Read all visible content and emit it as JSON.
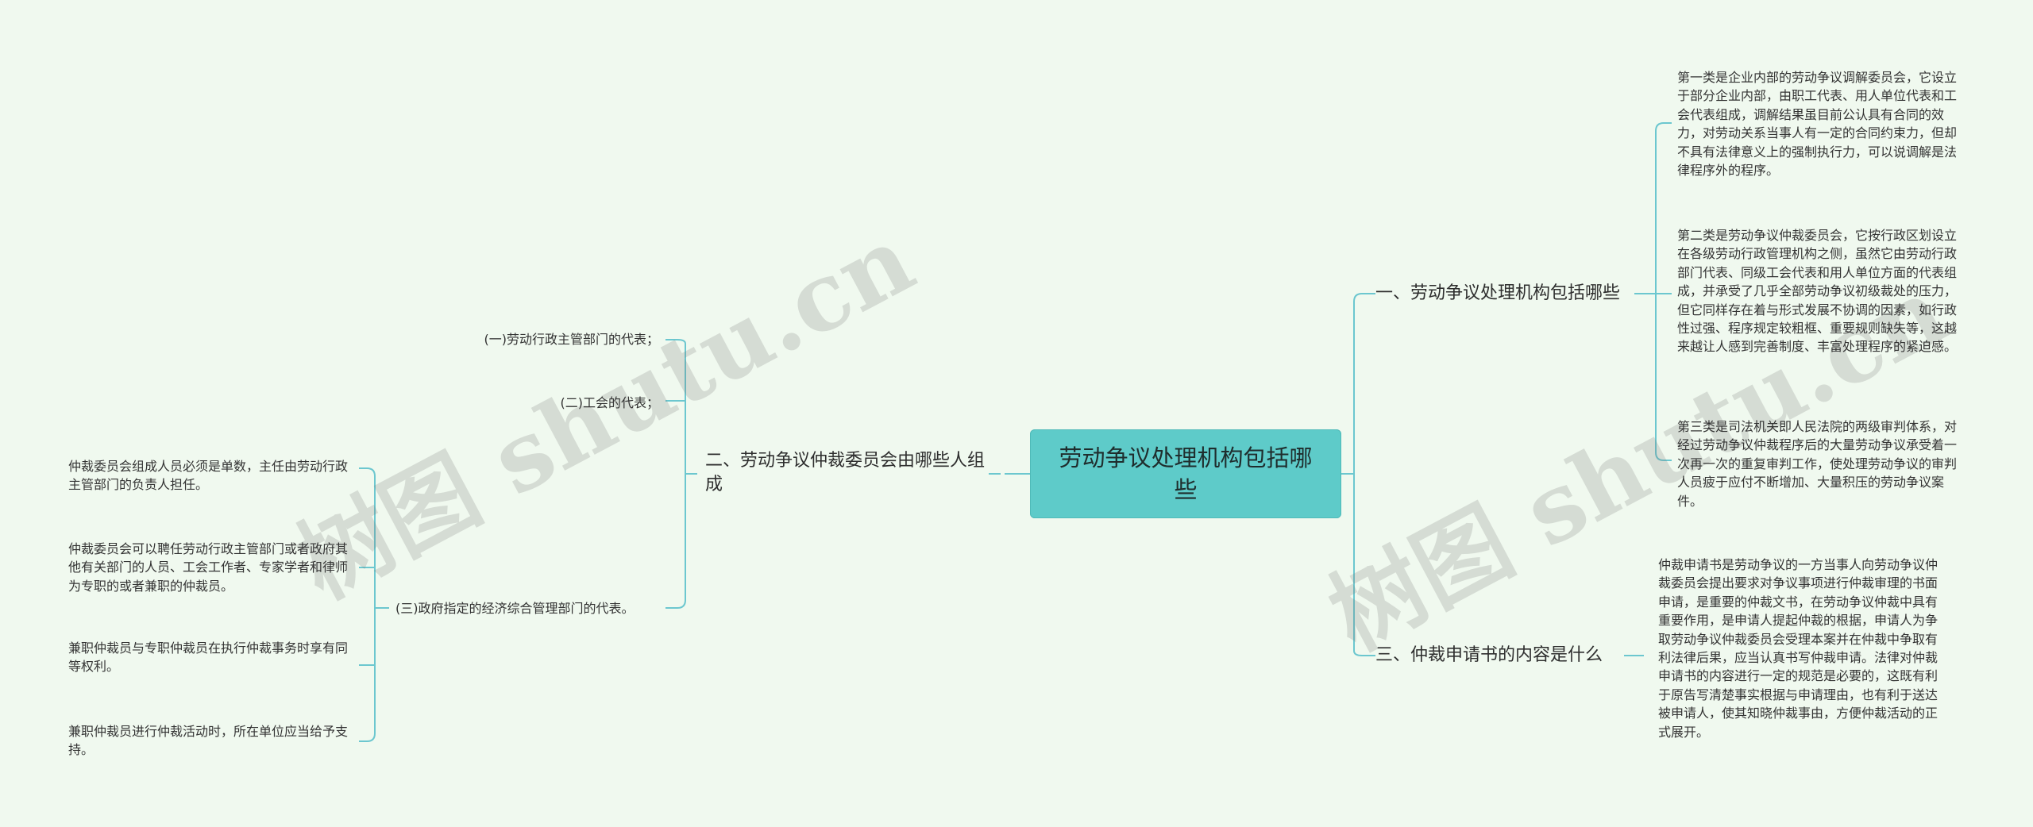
{
  "root": {
    "title": "劳动争议处理机构包括哪些"
  },
  "branches": {
    "right1": {
      "label": "一、劳动争议处理机构包括哪些",
      "leaves": [
        "第一类是企业内部的劳动争议调解委员会，它设立于部分企业内部，由职工代表、用人单位代表和工会代表组成，调解结果虽目前公认具有合同的效力，对劳动关系当事人有一定的合同约束力，但却不具有法律意义上的强制执行力，可以说调解是法律程序外的程序。",
        "第二类是劳动争议仲裁委员会，它按行政区划设立在各级劳动行政管理机构之侧，虽然它由劳动行政部门代表、同级工会代表和用人单位方面的代表组成，并承受了几乎全部劳动争议初级裁处的压力，但它同样存在着与形式发展不协调的因素，如行政性过强、程序规定较粗框、重要规则缺失等，这越来越让人感到完善制度、丰富处理程序的紧迫感。",
        "第三类是司法机关即人民法院的两级审判体系，对经过劳动争议仲裁程序后的大量劳动争议承受着一次再一次的重复审判工作，使处理劳动争议的审判人员疲于应付不断增加、大量积压的劳动争议案件。"
      ]
    },
    "right2": {
      "label": "三、仲裁申请书的内容是什么",
      "leaves": [
        "仲裁申请书是劳动争议的一方当事人向劳动争议仲裁委员会提出要求对争议事项进行仲裁审理的书面申请，是重要的仲裁文书，在劳动争议仲裁中具有重要作用，是申请人提起仲裁的根据，申请人为争取劳动争议仲裁委员会受理本案并在仲裁中争取有利法律后果，应当认真书写仲裁申请。法律对仲裁申请书的内容进行一定的规范是必要的，这既有利于原告写清楚事实根据与申请理由，也有利于送达被申请人，使其知晓仲裁事由，方便仲裁活动的正式展开。"
      ]
    },
    "left1": {
      "label": "二、劳动争议仲裁委员会由哪些人组成",
      "subs": [
        "(一)劳动行政主管部门的代表；",
        "(二)工会的代表；",
        "(三)政府指定的经济综合管理部门的代表。"
      ],
      "leaves": [
        "仲裁委员会组成人员必须是单数，主任由劳动行政主管部门的负责人担任。",
        "仲裁委员会可以聘任劳动行政主管部门或者政府其他有关部门的人员、工会工作者、专家学者和律师为专职的或者兼职的仲裁员。",
        "兼职仲裁员与专职仲裁员在执行仲裁事务时享有同等权利。",
        "兼职仲裁员进行仲裁活动时，所在单位应当给予支持。"
      ]
    }
  },
  "watermarks": [
    "树图 shutu.cn",
    "树图 shutu.cn"
  ],
  "colors": {
    "line": "#6cc7cf",
    "root_fill": "#5ecbc9",
    "background": "#f0f9ef"
  }
}
